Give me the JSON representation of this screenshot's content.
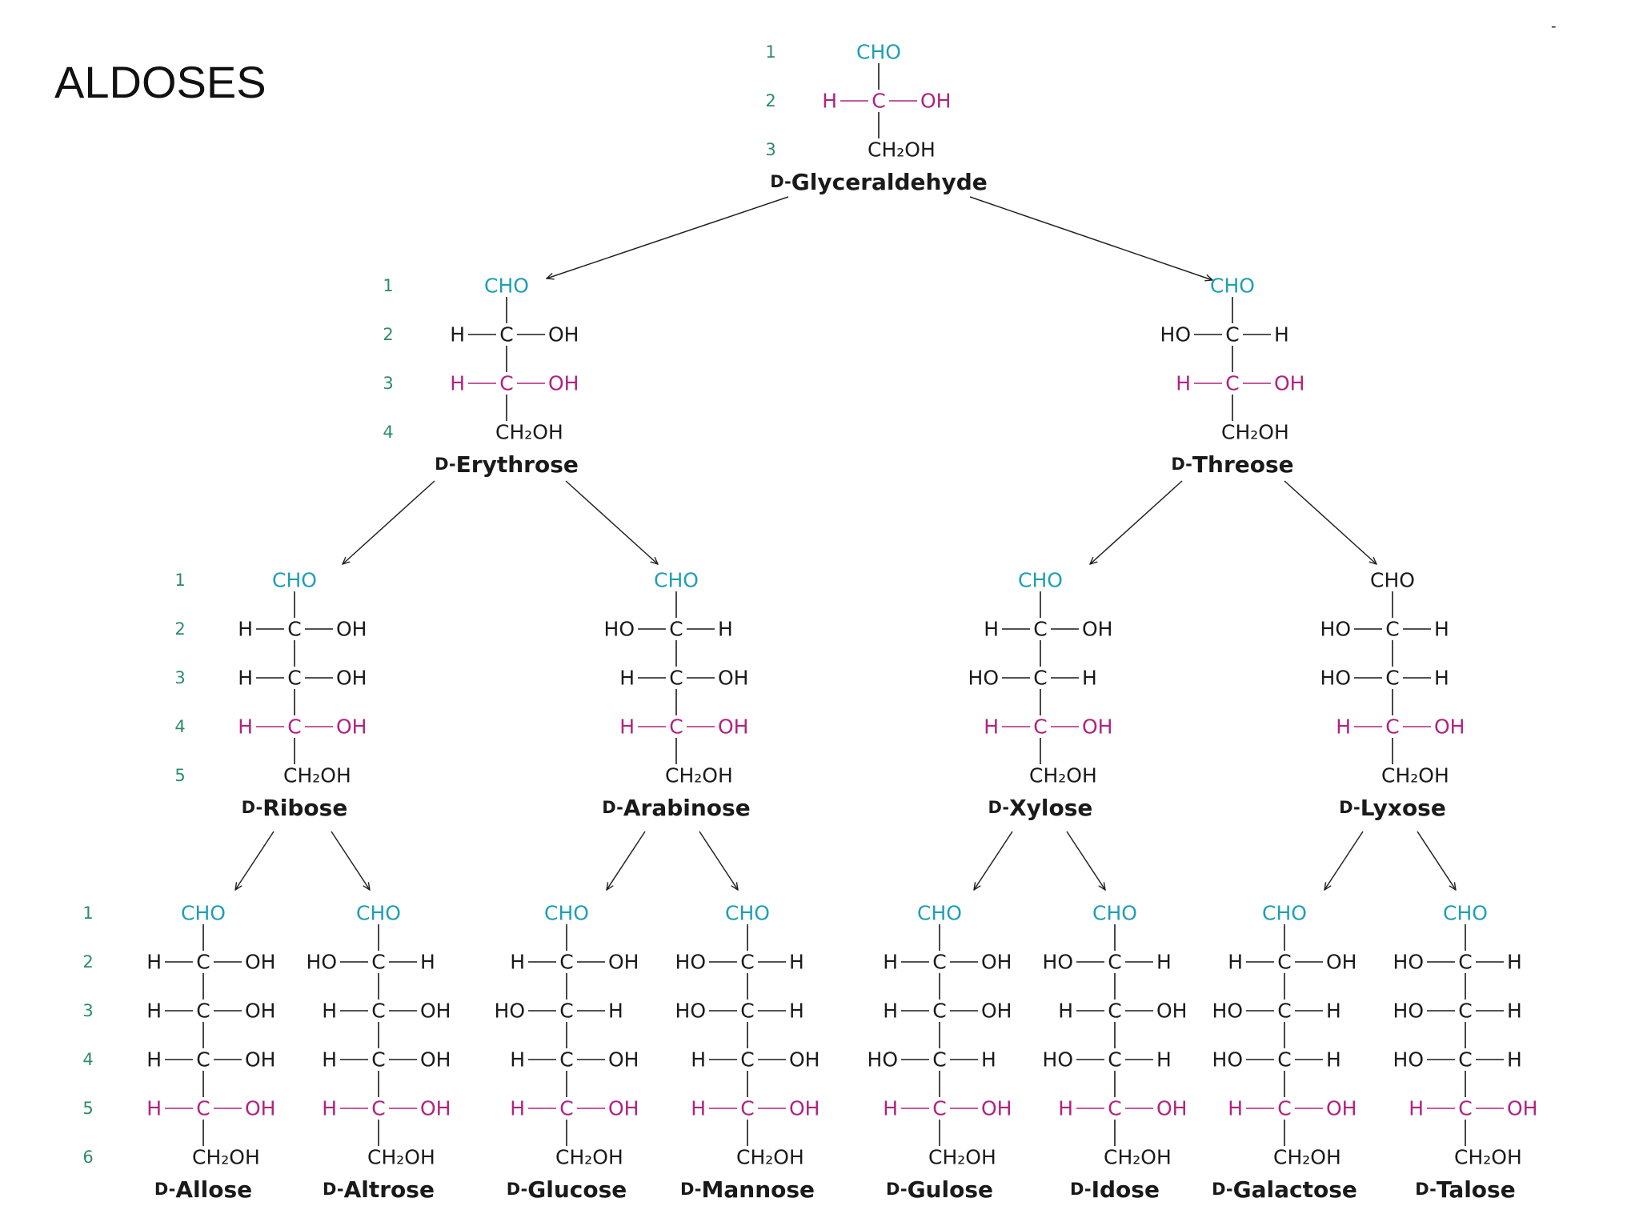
{
  "page": {
    "title": "ALDOSES",
    "corner_mark": "-"
  },
  "colors": {
    "carbonyl": "#1f9fb4",
    "reference_carbon": "#b0237f",
    "default": "#1a1a1a",
    "carbon_numbers": "#2e8b6e"
  },
  "labels": {
    "aldehyde_group": "CHO",
    "terminal_group": "CH₂OH",
    "carbon": "C",
    "hydroxyl": "OH",
    "hydrogen": "H",
    "hydroxyl_left": "HO",
    "d_prefix": "D-"
  },
  "sugars": [
    {
      "id": "glyceraldehyde",
      "name": "Glyceraldehyde",
      "chiral": [
        "R"
      ],
      "numbers": [
        "1",
        "2",
        "3"
      ],
      "parent": null
    },
    {
      "id": "erythrose",
      "name": "Erythrose",
      "chiral": [
        "R",
        "R"
      ],
      "numbers": [
        "1",
        "2",
        "3",
        "4"
      ],
      "parent": "glyceraldehyde"
    },
    {
      "id": "threose",
      "name": "Threose",
      "chiral": [
        "L",
        "R"
      ],
      "numbers": [],
      "parent": "glyceraldehyde"
    },
    {
      "id": "ribose",
      "name": "Ribose",
      "chiral": [
        "R",
        "R",
        "R"
      ],
      "numbers": [
        "1",
        "2",
        "3",
        "4",
        "5"
      ],
      "parent": "erythrose"
    },
    {
      "id": "arabinose",
      "name": "Arabinose",
      "chiral": [
        "L",
        "R",
        "R"
      ],
      "numbers": [],
      "parent": "erythrose"
    },
    {
      "id": "xylose",
      "name": "Xylose",
      "chiral": [
        "R",
        "L",
        "R"
      ],
      "numbers": [],
      "parent": "threose"
    },
    {
      "id": "lyxose",
      "name": "Lyxose",
      "chiral": [
        "L",
        "L",
        "R"
      ],
      "numbers": [],
      "parent": "threose",
      "carbonyl_plain": true
    },
    {
      "id": "allose",
      "name": "Allose",
      "chiral": [
        "R",
        "R",
        "R",
        "R"
      ],
      "numbers": [
        "1",
        "2",
        "3",
        "4",
        "5",
        "6"
      ],
      "parent": "ribose"
    },
    {
      "id": "altrose",
      "name": "Altrose",
      "chiral": [
        "L",
        "R",
        "R",
        "R"
      ],
      "numbers": [],
      "parent": "ribose"
    },
    {
      "id": "glucose",
      "name": "Glucose",
      "chiral": [
        "R",
        "L",
        "R",
        "R"
      ],
      "numbers": [],
      "parent": "arabinose"
    },
    {
      "id": "mannose",
      "name": "Mannose",
      "chiral": [
        "L",
        "L",
        "R",
        "R"
      ],
      "numbers": [],
      "parent": "arabinose"
    },
    {
      "id": "gulose",
      "name": "Gulose",
      "chiral": [
        "R",
        "R",
        "L",
        "R"
      ],
      "numbers": [],
      "parent": "xylose"
    },
    {
      "id": "idose",
      "name": "Idose",
      "chiral": [
        "L",
        "R",
        "L",
        "R"
      ],
      "numbers": [],
      "parent": "xylose"
    },
    {
      "id": "galactose",
      "name": "Galactose",
      "chiral": [
        "R",
        "L",
        "L",
        "R"
      ],
      "numbers": [],
      "parent": "lyxose"
    },
    {
      "id": "talose",
      "name": "Talose",
      "chiral": [
        "L",
        "L",
        "L",
        "R"
      ],
      "numbers": [],
      "parent": "lyxose"
    }
  ]
}
